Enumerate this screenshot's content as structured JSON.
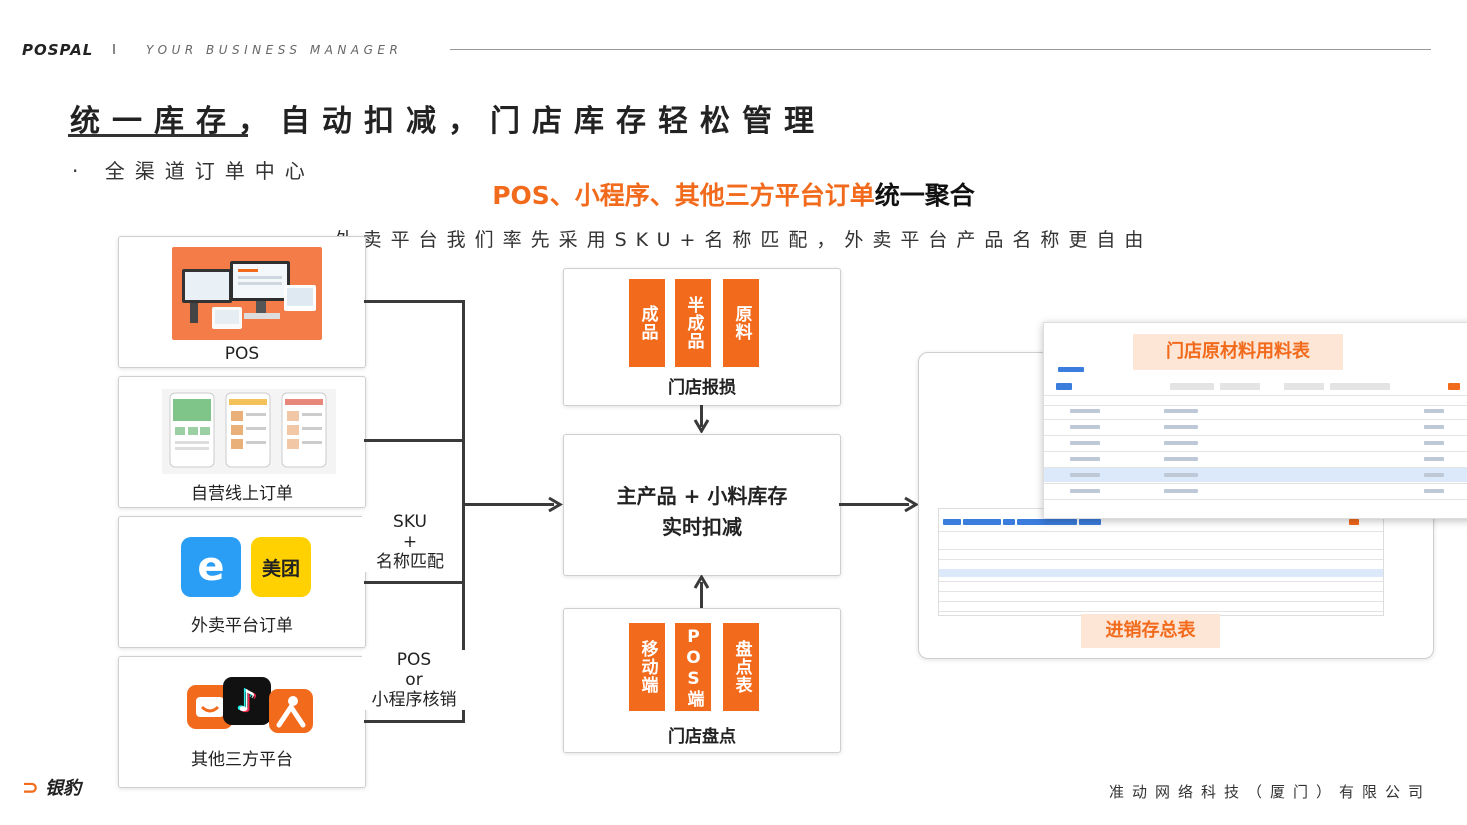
{
  "header": {
    "brand": "POSPAL",
    "tagline": "YOUR BUSINESS MANAGER",
    "title": "统一库存，自动扣减，门店库存轻松管理",
    "subtitle": "· 全渠道订单中心",
    "headline_orange": "POS、小程序、其他三方平台订单",
    "headline_dark": "统一聚合",
    "sub_headline": "外卖平台我们率先采用SKU+名称匹配，外卖平台产品名称更自由"
  },
  "sources": [
    {
      "label": "POS"
    },
    {
      "label": "自营线上订单"
    },
    {
      "label": "外卖平台订单"
    },
    {
      "label": "其他三方平台"
    }
  ],
  "source_icons": {
    "eleme": "e",
    "meituan": "美团",
    "douyin": "♪"
  },
  "connectors": {
    "sku_match": "SKU\n+\n名称匹配",
    "pos_verify": "POS\nor\n小程序核销"
  },
  "center": {
    "top_tiles": [
      "成品",
      "半成品",
      "原料"
    ],
    "top_label": "门店报损",
    "core_line1": "主产品 + 小料库存",
    "core_line2": "实时扣减",
    "bottom_tiles": [
      "移动端",
      "POS端",
      "盘点表"
    ],
    "bottom_label": "门店盘点"
  },
  "reports": {
    "material_tag": "门店原材料用料表",
    "inventory_tag": "进销存总表"
  },
  "footer": {
    "logo": "银豹",
    "company": "准动网络科技（厦门）有限公司"
  },
  "colors": {
    "accent": "#f26a1b",
    "tag_bg": "#fde6d6",
    "eleme_blue": "#2a9df4",
    "meituan_yellow": "#ffd100"
  }
}
